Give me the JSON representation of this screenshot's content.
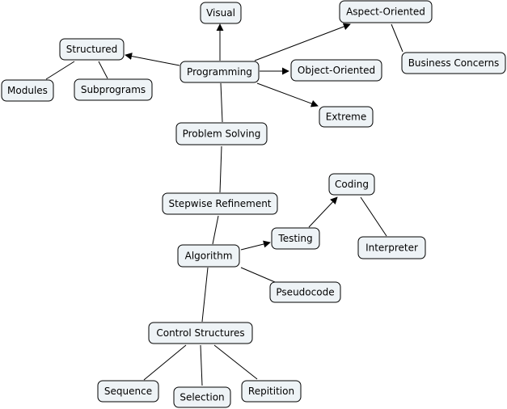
{
  "nodes": {
    "visual": "Visual",
    "aspect_oriented": "Aspect-Oriented",
    "structured": "Structured",
    "business_concerns": "Business Concerns",
    "programming": "Programming",
    "object_oriented": "Object-Oriented",
    "modules": "Modules",
    "subprograms": "Subprograms",
    "extreme": "Extreme",
    "problem_solving": "Problem Solving",
    "coding": "Coding",
    "stepwise_refinement": "Stepwise Refinement",
    "testing": "Testing",
    "interpreter": "Interpreter",
    "algorithm": "Algorithm",
    "pseudocode": "Pseudocode",
    "control_structures": "Control Structures",
    "sequence": "Sequence",
    "selection": "Selection",
    "repitition": "Repitition"
  }
}
